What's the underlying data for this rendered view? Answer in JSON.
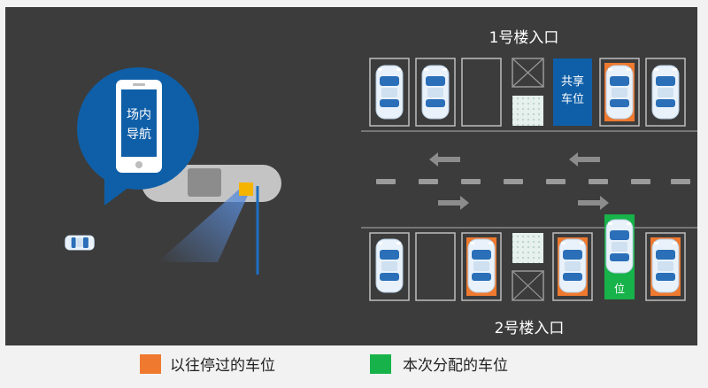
{
  "phone": {
    "line1": "场内",
    "line2": "导航"
  },
  "entrances": {
    "top": "1号楼入口",
    "bottom": "2号楼入口"
  },
  "shared_spot": {
    "line1": "共享",
    "line2": "车位"
  },
  "assigned_spot_label": "位",
  "legend": {
    "previous": {
      "label": "以往停过的车位",
      "color": "#ef7a2f"
    },
    "assigned": {
      "label": "本次分配的车位",
      "color": "#17b34a"
    }
  },
  "colors": {
    "background": "#3c3c3c",
    "blue": "#0f5fa8",
    "lane": "#9a9a9a"
  }
}
